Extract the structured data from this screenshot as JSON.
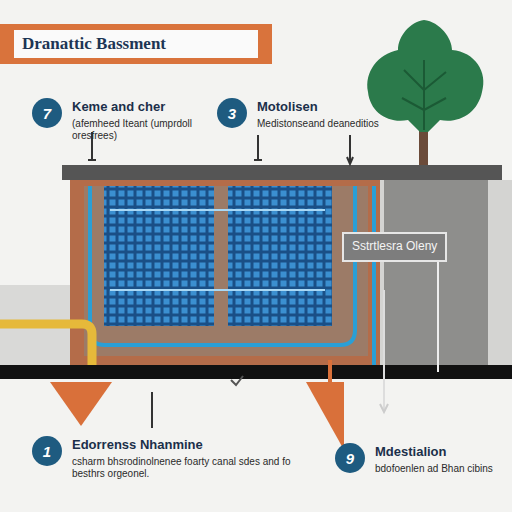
{
  "diagram": {
    "title": "Dranattic Bassment",
    "nodes": [
      {
        "text": [
          "7",
          "Keme and cher",
          "(afemheed Iteant (umprdoll oresfrees)"
        ]
      },
      {
        "text": [
          "3",
          "Motolisen",
          "Medistonseand deaneditios"
        ]
      },
      {
        "text": [
          "Sstrtlesra Oleny"
        ]
      },
      {
        "text": [
          "1",
          "Edorrenss Nhanmine",
          "csharm bhsrodinolnenee foarty canal sdes and fo besthrs orgeonel."
        ]
      },
      {
        "text": [
          "9",
          "Mdestialion",
          "bdofoenlen ad Bhan cibins"
        ]
      }
    ]
  }
}
